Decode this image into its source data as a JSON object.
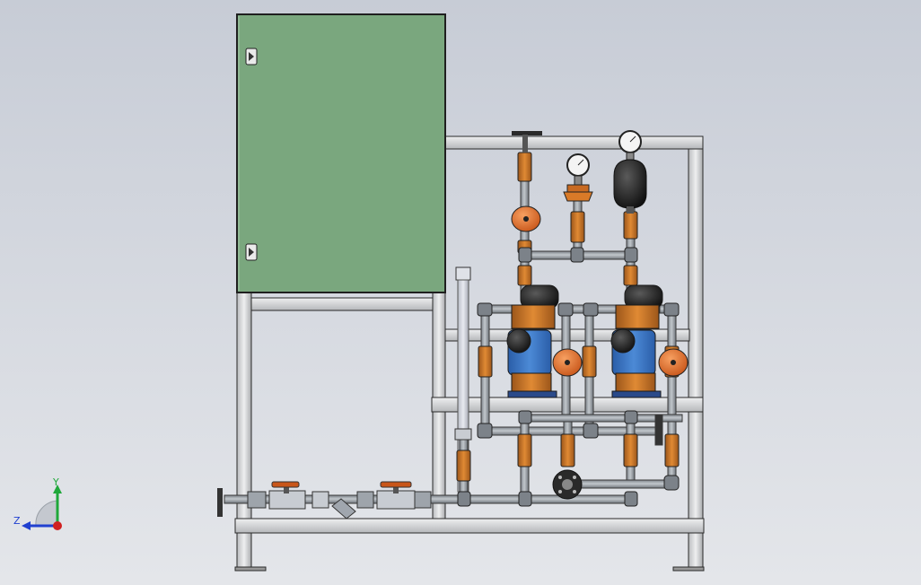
{
  "view": {
    "background_top": "#c7ccd6",
    "background_bottom": "#e4e6ea"
  },
  "colors": {
    "cabinet": "#7aa77e",
    "frame": "#d9dadc",
    "pipe": "#9ea4ab",
    "fitting": "#d97a28",
    "pump_body": "#3b78c4",
    "motor": "#1c1c1c",
    "gearbox": "#c8741e",
    "edge": "#2a2a2a"
  },
  "triad": {
    "y_label": "Y",
    "z_label": "Z",
    "y_color": "#1fa83a",
    "z_color": "#2040d0",
    "x_color": "#d02020"
  },
  "components": [
    "control-cabinet",
    "support-frame",
    "metering-pump-1",
    "metering-pump-2",
    "gauge-1",
    "gauge-2",
    "pulsation-dampener",
    "calibration-column",
    "y-strainer",
    "ball-valve-1",
    "ball-valve-2"
  ]
}
